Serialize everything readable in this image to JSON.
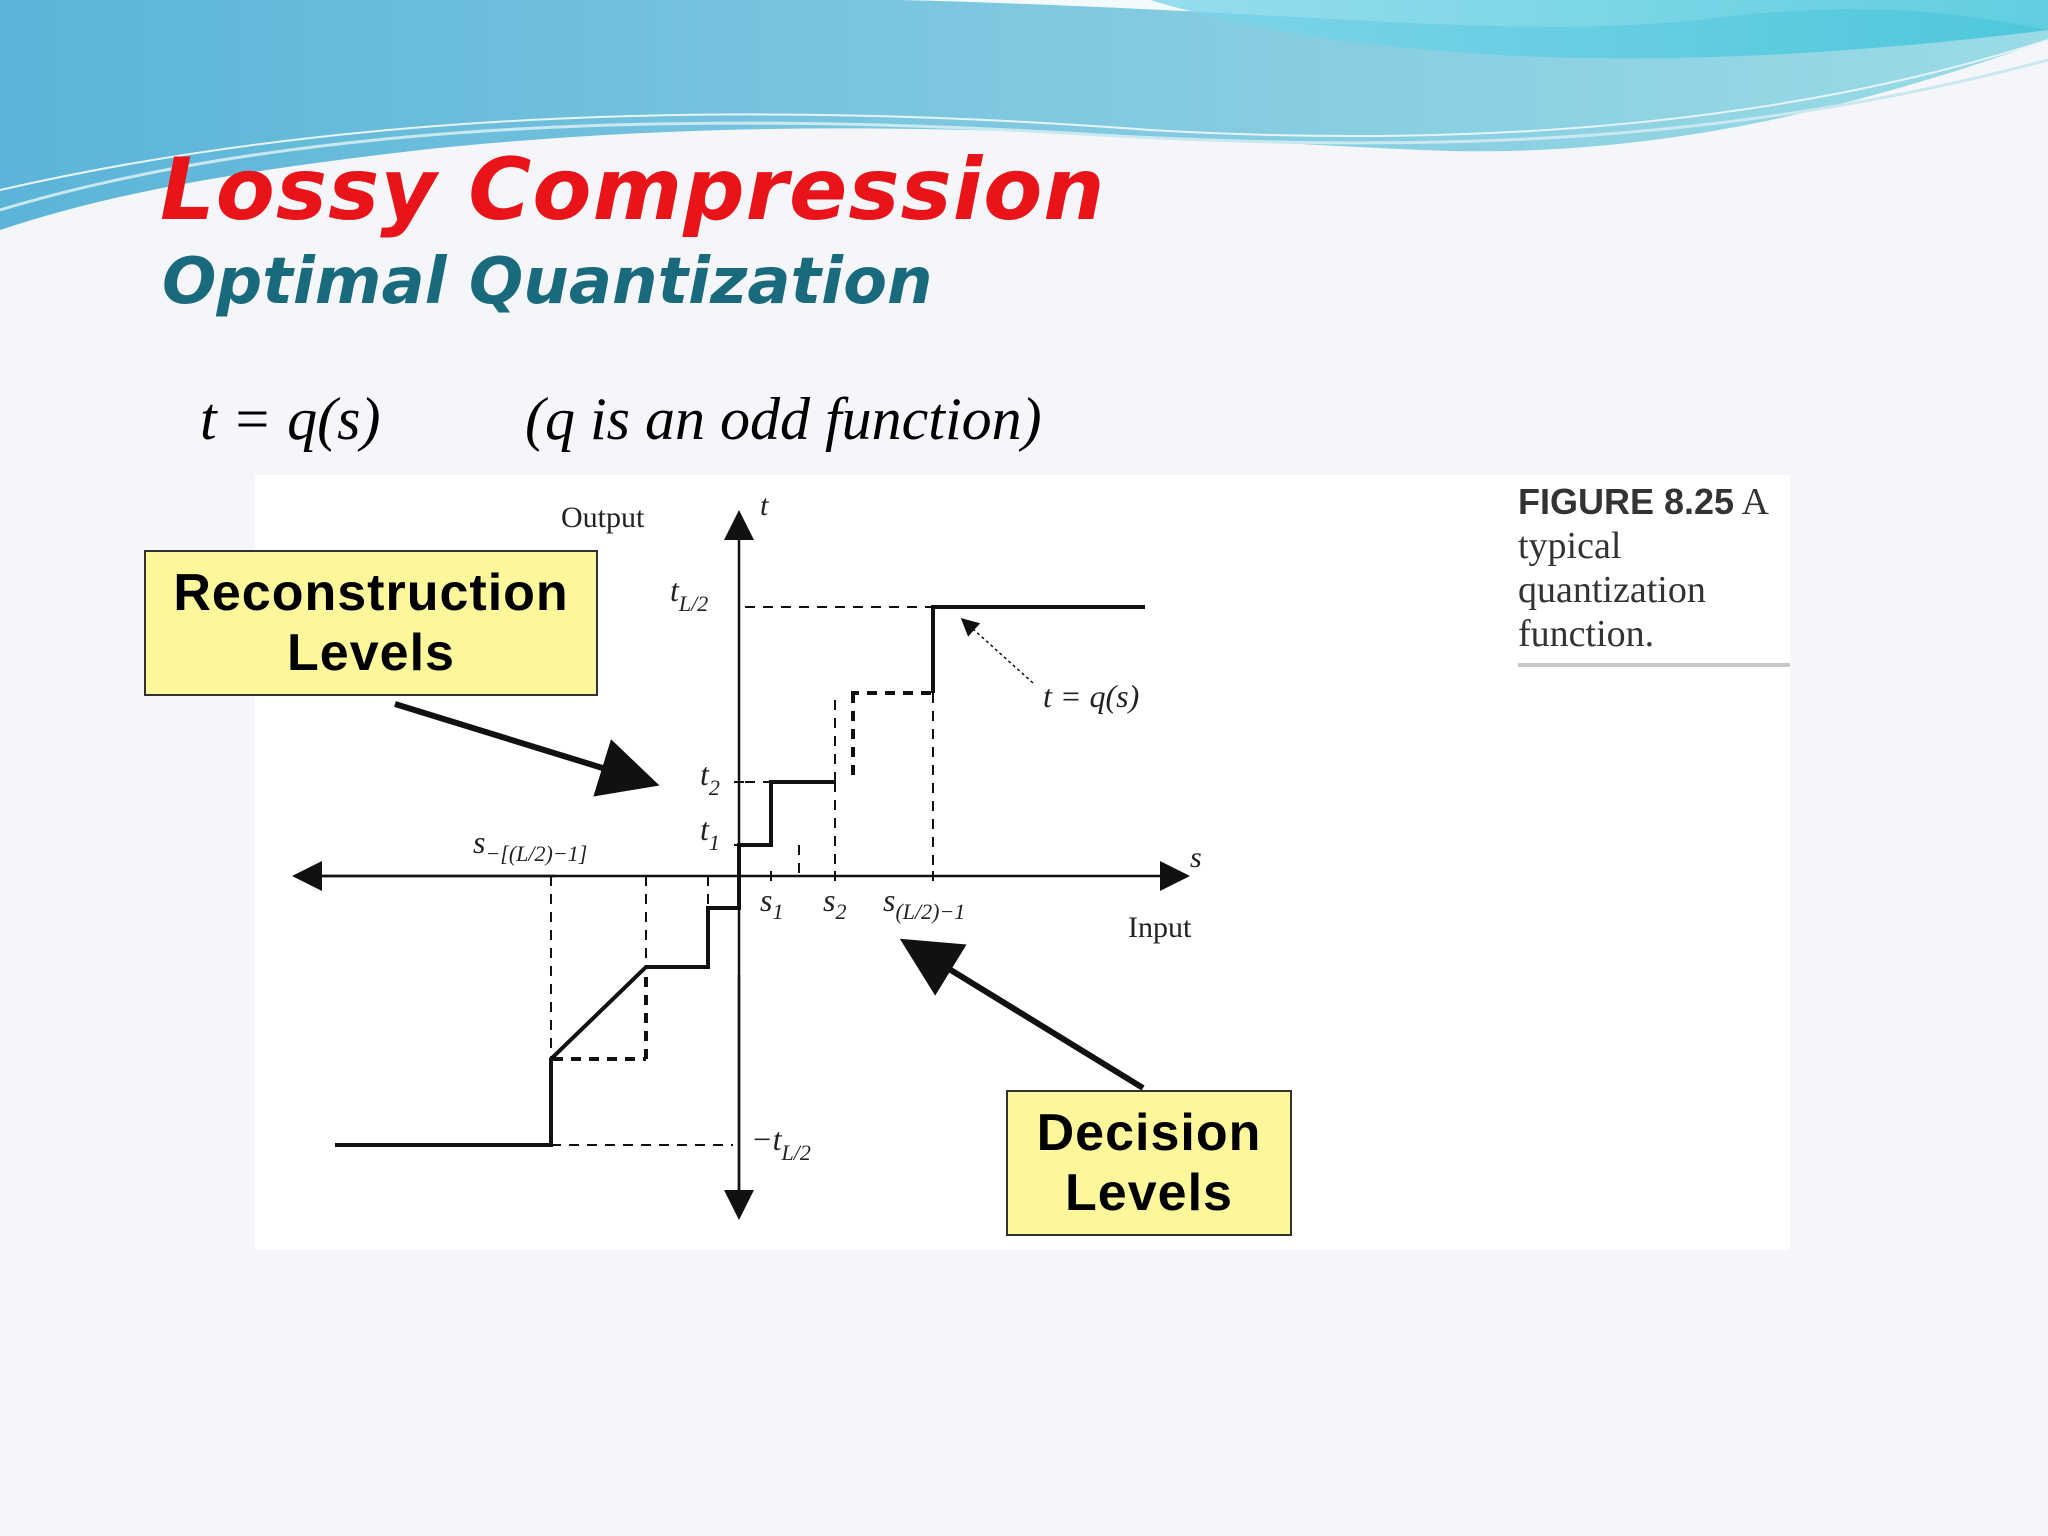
{
  "slide": {
    "title": "Lossy Compression",
    "subtitle": "Optimal Quantization",
    "equation_main": "t = q(s)",
    "equation_note": "(q is an odd  function)"
  },
  "figure": {
    "caption_number": "FIGURE 8.25",
    "caption_text": "A typical quantization function.",
    "axis_output_label": "Output",
    "axis_t_label": "t",
    "axis_input_label": "Input",
    "axis_s_label": "s",
    "label_t_top": "t",
    "label_t_top_sub": "L/2",
    "label_t2": "t",
    "label_t2_sub": "2",
    "label_t1": "t",
    "label_t1_sub": "1",
    "label_t_bottom": "−t",
    "label_t_bottom_sub": "L/2",
    "label_s_neg": "s",
    "label_s_neg_sub": "−[(L/2)−1]",
    "label_s1": "s",
    "label_s1_sub": "1",
    "label_s2": "s",
    "label_s2_sub": "2",
    "label_s_last": "s",
    "label_s_last_sub": "(L/2)−1",
    "function_label": "t = q(s)"
  },
  "callouts": {
    "reconstruction_line1": "Reconstruction",
    "reconstruction_line2": "Levels",
    "decision_line1": "Decision",
    "decision_line2": "Levels"
  },
  "colors": {
    "title": "#e8141a",
    "subtitle": "#1a6a7e",
    "callout_fill": "#fbf79a"
  }
}
